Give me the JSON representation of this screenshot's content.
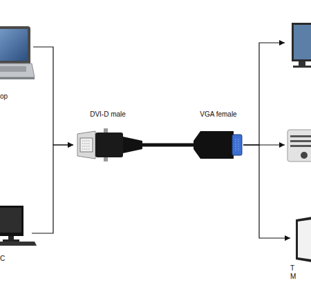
{
  "diagram": {
    "nodes": [
      {
        "text": [
          "op"
        ]
      },
      {
        "text": [
          "C"
        ]
      },
      {
        "text": [
          "DVI-D male"
        ]
      },
      {
        "text": [
          "VGA female"
        ]
      },
      {
        "text": []
      },
      {
        "text": []
      },
      {
        "text": [
          "T M"
        ]
      }
    ],
    "edges": [
      {
        "from": 0,
        "to": 2,
        "arrow": "to"
      },
      {
        "from": 1,
        "to": 2,
        "arrow": "to"
      },
      {
        "from": 2,
        "to": 3,
        "arrow": "none"
      },
      {
        "from": 3,
        "to": 4,
        "arrow": "to"
      },
      {
        "from": 3,
        "to": 5,
        "arrow": "to"
      },
      {
        "from": 3,
        "to": 6,
        "arrow": "to"
      }
    ]
  }
}
